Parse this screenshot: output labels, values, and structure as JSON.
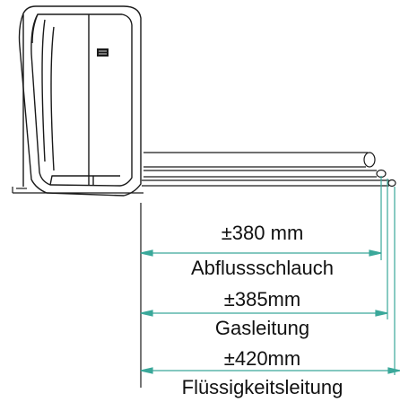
{
  "colors": {
    "line": "#1a1a1a",
    "dimension": "#3aa89a",
    "background": "#ffffff",
    "text": "#111111"
  },
  "dimensions": [
    {
      "value_label": "±380 mm",
      "name_label": "Abflussschlauch"
    },
    {
      "value_label": "±385mm",
      "name_label": "Gasleitung"
    },
    {
      "value_label": "±420mm",
      "name_label": "Flüssigkeitsleitung"
    }
  ]
}
